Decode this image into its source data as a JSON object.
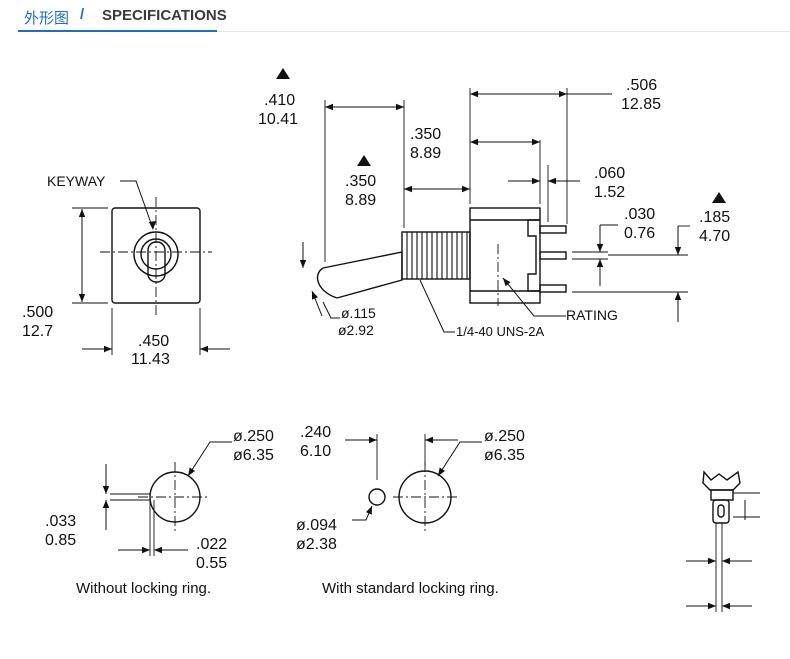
{
  "header": {
    "title_cn": "外形图",
    "separator": "/",
    "title_en": "SPECIFICATIONS",
    "accent_color": "#1f6fbf"
  },
  "front_view": {
    "keyway_label": "KEYWAY",
    "height_in": ".500",
    "height_mm": "12.7",
    "width_in": ".450",
    "width_mm": "11.43"
  },
  "side_view": {
    "dim_410_in": ".410",
    "dim_410_mm": "10.41",
    "dim_506_in": ".506",
    "dim_506_mm": "12.85",
    "dim_350a_in": ".350",
    "dim_350a_mm": "8.89",
    "dim_350b_in": ".350",
    "dim_350b_mm": "8.89",
    "dim_060_in": ".060",
    "dim_060_mm": "1.52",
    "dim_030_in": ".030",
    "dim_030_mm": "0.76",
    "dim_185_in": ".185",
    "dim_185_mm": "4.70",
    "dim_115_in": "ø.115",
    "dim_115_mm": "ø2.92",
    "thread_label": "1/4-40 UNS-2A",
    "rating_label": "RATING",
    "marker_icon": "triangle-up"
  },
  "panel_a": {
    "dia_in": "ø.250",
    "dia_mm": "ø6.35",
    "dim_033_in": ".033",
    "dim_033_mm": "0.85",
    "dim_022_in": ".022",
    "dim_022_mm": "0.55",
    "caption": "Without locking ring."
  },
  "panel_b": {
    "dim_240_in": ".240",
    "dim_240_mm": "6.10",
    "dia_in": "ø.250",
    "dia_mm": "ø6.35",
    "small_dia_in": "ø.094",
    "small_dia_mm": "ø2.38",
    "caption": "With standard locking ring."
  }
}
